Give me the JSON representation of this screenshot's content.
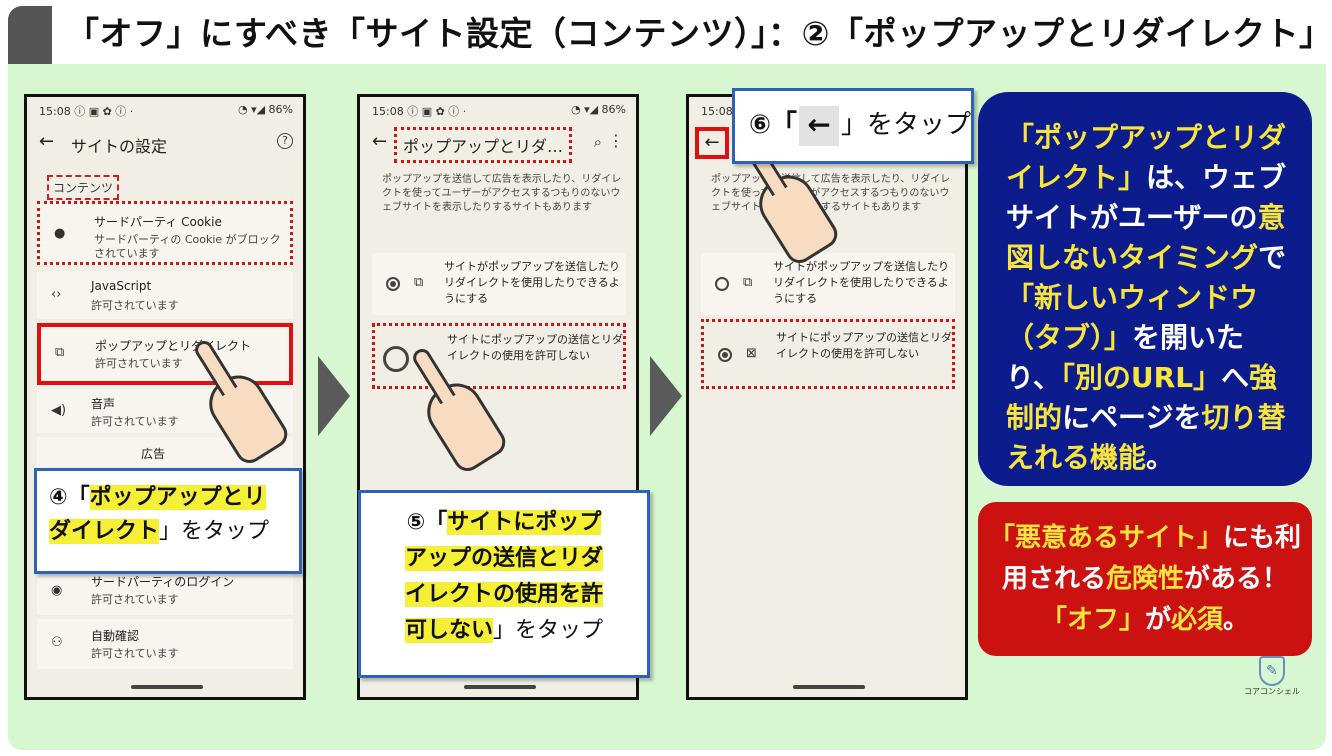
{
  "title": "「オフ」にすべき「サイト設定（コンテンツ）」：②「ポップアップとリダイレクト」",
  "status": {
    "time_icons": "15:08 ⓘ ▣ ✿ ⓘ ·",
    "right": "◔ ▾◢ 86%"
  },
  "phone1": {
    "appbar_title": "サイトの設定",
    "section_label": "コンテンツ",
    "items": [
      {
        "title": "サードパーティ Cookie",
        "sub": "サードパーティの Cookie がブロック",
        "sub2": "されています"
      },
      {
        "title": "JavaScript",
        "sub": "許可されています"
      },
      {
        "title": "ポップアップとリダイレクト",
        "sub": "許可されています"
      },
      {
        "title": "音声",
        "sub": "許可されています"
      },
      {
        "title": "広告",
        "sub": ""
      },
      {
        "title": "サードパーティのログイン",
        "sub": "許可されています"
      },
      {
        "title": "自動確認",
        "sub": "許可されています"
      }
    ]
  },
  "phone2": {
    "appbar_title": "ポップアップとリダ…",
    "desc": "ポップアップを送信して広告を表示したり、リダイレクトを使ってユーザーがアクセスするつもりのないウェブサイトを表示したりするサイトもあります",
    "opt_allow": "サイトがポップアップを送信したりリダイレクトを使用したりできるようにする",
    "opt_block": "サイトにポップアップの送信とリダイレクトの使用を許可しない"
  },
  "phone3": {
    "desc": "ポップアップを送信して広告を表示したり、リダイレクトを使ってユーザーがアクセスするつもりのないウェブサイトを表示したりするサイトもあります",
    "opt_allow": "サイトがポップアップを送信したりリダイレクトを使用したりできるようにする",
    "opt_block": "サイトにポップアップの送信とリダイレクトの使用を許可しない"
  },
  "callout4": {
    "prefix": "④「",
    "hl1": "ポップアップとリ",
    "hl2": "ダイレクト",
    "suffix": "」をタップ"
  },
  "callout5": {
    "prefix": "⑤「",
    "hl1": "サイトにポップ",
    "hl2": "アップの送信とリダ",
    "hl3": "イレクトの使用を許",
    "hl4": "可しない",
    "suffix": "」をタップ"
  },
  "callout6": {
    "prefix": "⑥「",
    "arrow": "←",
    "suffix": "」をタップ"
  },
  "info_blue": {
    "t1": "「ポップアップとリダイレクト」",
    "t2": "は、ウェブサイトが",
    "t3": "ユーザーの",
    "t4": "意図しないタイミング",
    "t5": "で",
    "t6": "「新しいウィンドウ（タブ）」",
    "t7": "を開いたり、",
    "t8": "「別のURL」",
    "t9": "へ",
    "t10": "強制的",
    "t11": "にページを",
    "t12": "切り替えれる機能",
    "t13": "。"
  },
  "info_red": {
    "t1": "「悪意あるサイト」",
    "t2": "にも利用される",
    "t3": "危険性",
    "t4": "がある！",
    "t5": "「オフ」",
    "t6": "が",
    "t7": "必須",
    "t8": "。"
  },
  "logo": {
    "text": "コアコンシェル"
  }
}
